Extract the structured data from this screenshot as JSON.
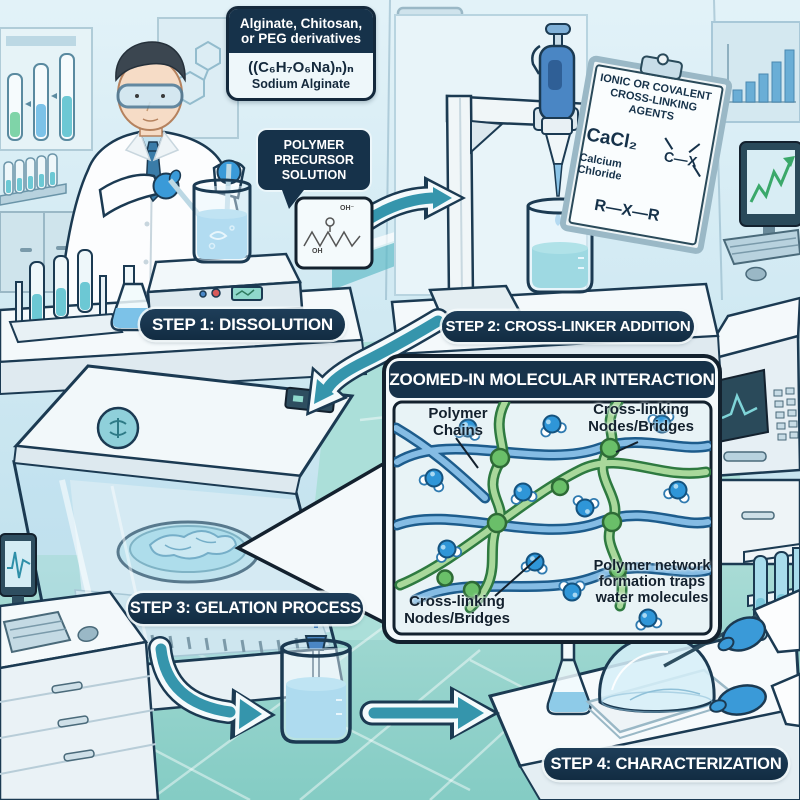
{
  "palette": {
    "banner_navy": "#16324a",
    "arrow_teal": "#3595ac",
    "outline_navy": "#1b3a52",
    "chain_blue": "#7fb8e0",
    "chain_green": "#a9d89b",
    "node_green": "#6abf69",
    "water_blue": "#2f96d8",
    "liquid_blue": "#8ecbe8",
    "liquid_teal": "#5fc0cc",
    "wall": "#d5ebf3",
    "floor": "#9dd6d0"
  },
  "step1": {
    "banner": "STEP 1: DISSOLUTION",
    "materials_box": {
      "title": "Alginate, Chitosan, or PEG derivatives",
      "formula": "((C₆H₇O₆Na)ₙ)ₙ",
      "formula_name": "Sodium Alginate"
    },
    "bubble": "POLYMER PRECURSOR SOLUTION",
    "structure_card": {
      "note_top": "OH⁻",
      "note_bottom": "OH"
    }
  },
  "step2": {
    "banner": "STEP 2: CROSS-LINKER ADDITION",
    "clipboard": {
      "title": "IONIC OR COVALENT CROSS-LINKING AGENTS",
      "compound": "CaCl₂",
      "compound_name": "Calcium Chloride",
      "bond_covalent": "C—X",
      "bond_generic": "R—X—R"
    }
  },
  "step3": {
    "banner": "STEP 3: GELATION PROCESS"
  },
  "step4": {
    "banner": "STEP 4: CHARACTERIZATION"
  },
  "molecular_panel": {
    "title": "ZOOMED-IN MOLECULAR INTERACTION",
    "labels": {
      "polymer_chains": "Polymer Chains",
      "nodes_top": "Cross-linking Nodes/Bridges",
      "nodes_bottom": "Cross-linking Nodes/Bridges",
      "network": "Polymer network formation traps water molecules"
    }
  }
}
